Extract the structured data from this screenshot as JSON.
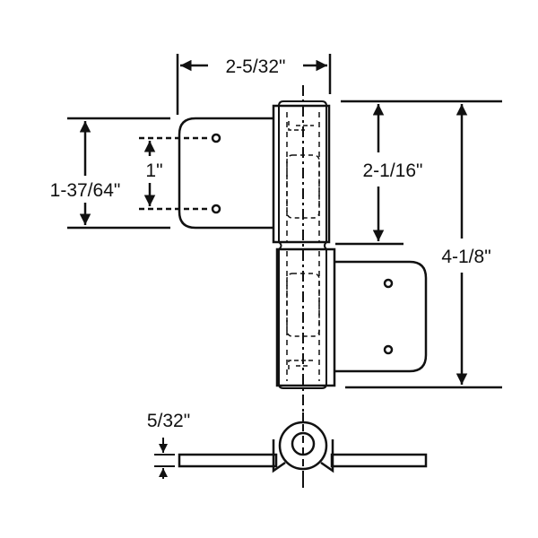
{
  "diagram": {
    "subject": "hinge",
    "dimensions": {
      "overall_width": "2-5/32\"",
      "leaf_height": "1-37/64\"",
      "hole_spacing": "1\"",
      "knuckle_length": "2-1/16\"",
      "overall_height": "4-1/8\"",
      "leaf_thickness": "5/32\""
    },
    "colors": {
      "line": "#111111",
      "background": "#ffffff"
    }
  }
}
